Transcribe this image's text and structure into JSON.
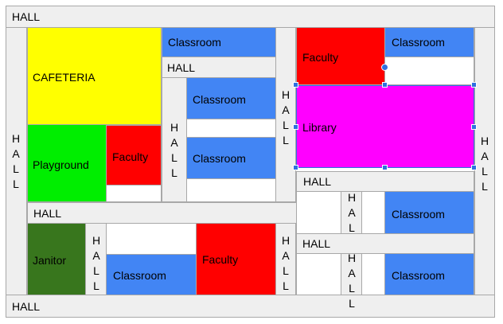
{
  "colors": {
    "hall": "#efefef",
    "cafeteria": "#ffff00",
    "playground": "#00ee00",
    "faculty": "#ff0000",
    "classroom": "#4285f4",
    "library": "#ff00ff",
    "janitor": "#38761d",
    "selection": "#2f6fe0"
  },
  "labels": {
    "hall_top": "HALL",
    "hall_bottom": "HALL",
    "hall_left": "HALL",
    "hall_right": "HALL",
    "hall_mid_left": "HALL",
    "hall_small_top": "HALL",
    "hall_center_vertical": "HALL",
    "hall_right_upper_vertical": "HALL",
    "hall_library_below": "HALL",
    "hall_right_inner_vertical_1": "HALL",
    "hall_right_middle": "HALL",
    "hall_right_inner_vertical_2": "HALL",
    "hall_bottom_left_vertical": "HALL",
    "hall_bottom_center_vertical": "HALL",
    "cafeteria": "CAFETERIA",
    "playground": "Playground",
    "faculty_left": "Faculty",
    "faculty_top_right": "Faculty",
    "faculty_bottom": "Faculty",
    "classroom_top_center": "Classroom",
    "classroom_mid_1": "Classroom",
    "classroom_mid_2": "Classroom",
    "classroom_top_right": "Classroom",
    "classroom_right_1": "Classroom",
    "classroom_right_2": "Classroom",
    "classroom_bottom_left": "Classroom",
    "library": "Library",
    "janitor": "Janitor"
  }
}
